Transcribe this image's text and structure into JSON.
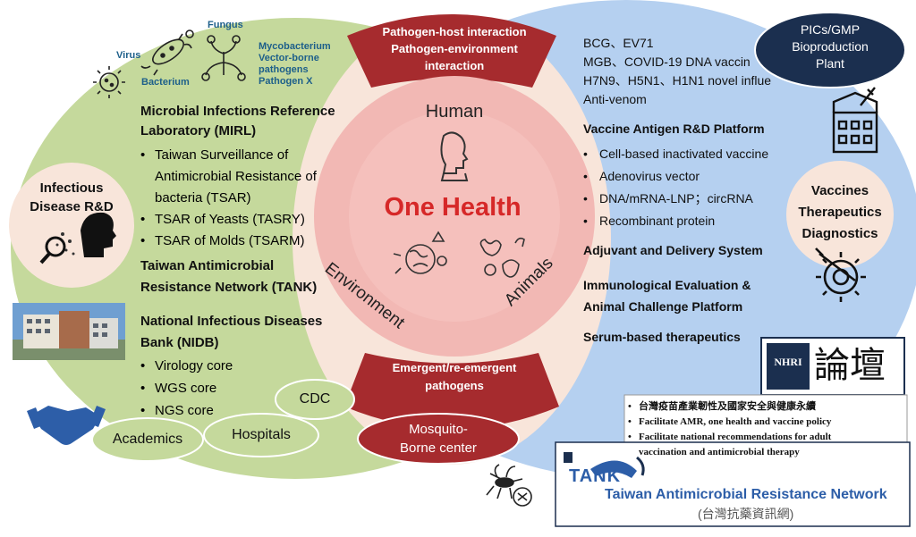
{
  "left": {
    "germs": {
      "virus": "Virus",
      "fungus": "Fungus",
      "bacterium": "Bacterium",
      "others": [
        "Mycobacterium",
        "Vector-borne",
        "pathogens",
        "Pathogen X"
      ]
    },
    "mirl": {
      "title1": "Microbial Infections Reference",
      "title2": "Laboratory (MIRL)",
      "items": [
        "Taiwan Surveillance of",
        "Antimicrobial Resistance of",
        "bacteria (TSAR)",
        "TSAR of Yeasts (TASRY)",
        "TSAR of Molds (TSARM)"
      ]
    },
    "tank": {
      "title1": "Taiwan Antimicrobial",
      "title2": "Resistance Network (TANK)"
    },
    "nidb": {
      "title1": "National Infectious Diseases",
      "title2": "Bank (NIDB)",
      "items": [
        "Virology core",
        "WGS core",
        "NGS core"
      ]
    },
    "idrd": {
      "line1": "Infectious",
      "line2": "Disease R&D"
    },
    "partners": {
      "cdc": "CDC",
      "hospitals": "Hospitals",
      "academics": "Academics"
    }
  },
  "center": {
    "top_banner": [
      "Pathogen-host interaction",
      "Pathogen-environment",
      "interaction"
    ],
    "human": "Human",
    "title": "One Health",
    "environment": "Environment",
    "animals": "Animals",
    "bottom_banner": [
      "Emergent/re-emergent",
      "pathogens"
    ],
    "mosquito": [
      "Mosquito-",
      "Borne center"
    ]
  },
  "right": {
    "vaccines_line1": "BCG、EV71",
    "vaccines_line2": "MGB、COVID-19 DNA vaccin",
    "vaccines_line3": "H7N9、H5N1、H1N1 novel influe",
    "vaccines_line4": "Anti-venom",
    "pics": [
      "PICs/GMP",
      "Bioproduction",
      "Plant"
    ],
    "platform": {
      "title": "Vaccine Antigen R&D Platform",
      "items": [
        "Cell-based inactivated vaccine",
        "Adenovirus vector",
        "DNA/mRNA-LNP；circRNA",
        "Recombinant protein"
      ]
    },
    "adjuvant": "Adjuvant and Delivery System",
    "immuno1": "Immunological Evaluation &",
    "immuno2": "Animal Challenge Platform",
    "serum": "Serum-based therapeutics",
    "vtd": [
      "Vaccines",
      "Therapeutics",
      "Diagnostics"
    ]
  },
  "forum": {
    "logo_letters": "NHRI",
    "chars": "論壇",
    "items": [
      "台灣疫苗產業韌性及國家安全與健康永續",
      "Facilitate AMR, one health and vaccine policy",
      "Facilitate national recommendations for adult",
      "vaccination and antimicrobial therapy"
    ]
  },
  "tank_box": {
    "word": "TANK",
    "name": "Taiwan Antimicrobial Resistance Network",
    "sub": "(台灣抗藥資訊網)"
  },
  "colors": {
    "green": "#c5d99c",
    "blue": "#b5d0f0",
    "pink": "#f7e0d6",
    "maroon": "#a62b2e",
    "navy": "#1b2f4f",
    "red": "#d62828"
  }
}
